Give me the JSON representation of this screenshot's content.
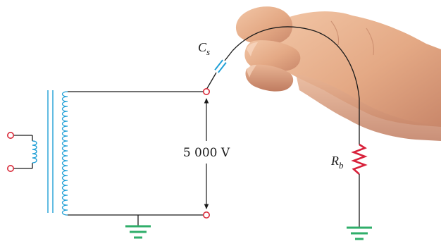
{
  "diagram": {
    "voltage_label": "5 000 V",
    "capacitor_label": {
      "base": "C",
      "subscript": "s"
    },
    "resistor_label": {
      "base": "R",
      "subscript": "b"
    },
    "colors": {
      "wire": "#1a1a1a",
      "terminal": "#d92b3a",
      "coil": "#1f9fd6",
      "capacitor": "#1f9fd6",
      "resistor": "#d8203a",
      "ground": "#2fae6a"
    },
    "icons": {
      "hand": "hand-icon",
      "ground": "ground-icon",
      "transformer": "transformer-icon"
    }
  }
}
